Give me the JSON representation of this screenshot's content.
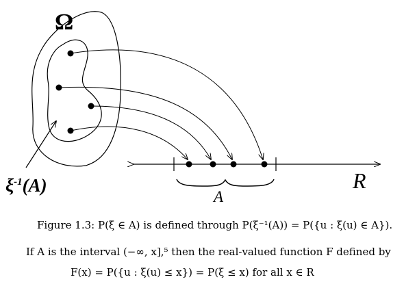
{
  "labels": {
    "omega": "Ω",
    "xi": "ξ",
    "inverse_exp": "-1",
    "xi_arg": "(A)",
    "set_a": "A",
    "real_line": "R"
  },
  "caption": {
    "prefix": "Figure 1.3:",
    "text": "P(ξ ∈ A) is defined through P(ξ⁻¹(A)) = P({u : ξ(u) ∈ A})."
  },
  "paragraph": {
    "line1": "If A is the interval (−∞, x],⁵ then the real-valued function F defined by",
    "line2": "F(x)  =  P({u : ξ(u) ≤ x})  =  P(ξ ≤ x)   for all x ∈ R"
  }
}
